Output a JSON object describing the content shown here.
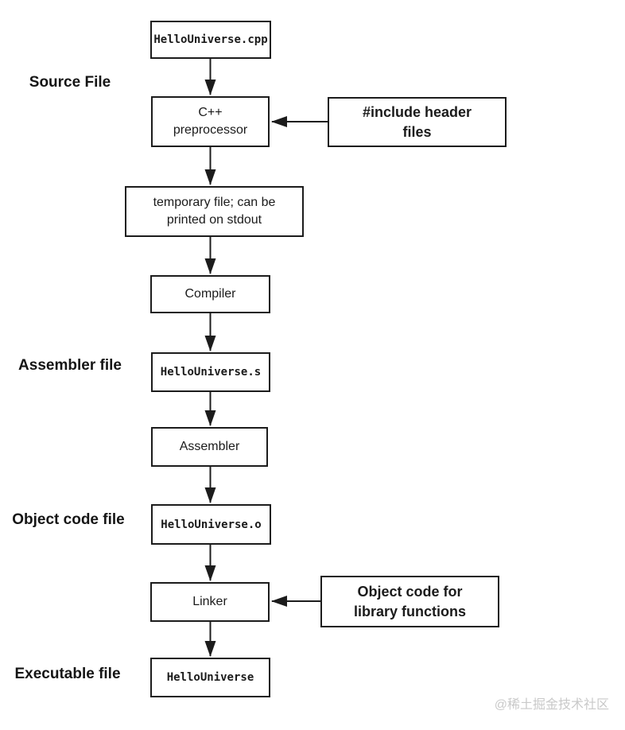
{
  "boxes": {
    "source_file": {
      "lines": [
        "HelloUniverse.cpp"
      ]
    },
    "preprocessor": {
      "lines": [
        "C++",
        "preprocessor"
      ]
    },
    "temp_file": {
      "lines": [
        "temporary file; can be",
        "printed on stdout"
      ]
    },
    "compiler": {
      "lines": [
        "Compiler"
      ]
    },
    "assembler_file": {
      "lines": [
        "HelloUniverse.s"
      ]
    },
    "assembler": {
      "lines": [
        "Assembler"
      ]
    },
    "object_file": {
      "lines": [
        "HelloUniverse.o"
      ]
    },
    "linker": {
      "lines": [
        "Linker"
      ]
    },
    "executable": {
      "lines": [
        "HelloUniverse"
      ]
    }
  },
  "side_boxes": {
    "include_headers": {
      "lines": [
        "#include header",
        "files"
      ]
    },
    "library_objects": {
      "lines": [
        "Object code for",
        "library functions"
      ]
    }
  },
  "stage_labels": {
    "source": {
      "lines": [
        "Source File"
      ]
    },
    "assembler": {
      "lines": [
        "Assembler",
        "file"
      ]
    },
    "object": {
      "lines": [
        "Object code",
        "file"
      ]
    },
    "executable": {
      "lines": [
        "Executable",
        "file"
      ]
    }
  },
  "watermark": "@稀土掘金技术社区",
  "colors": {
    "line": "#1c1c1c",
    "background": "#ffffff",
    "watermark": "#c9c9c9"
  }
}
